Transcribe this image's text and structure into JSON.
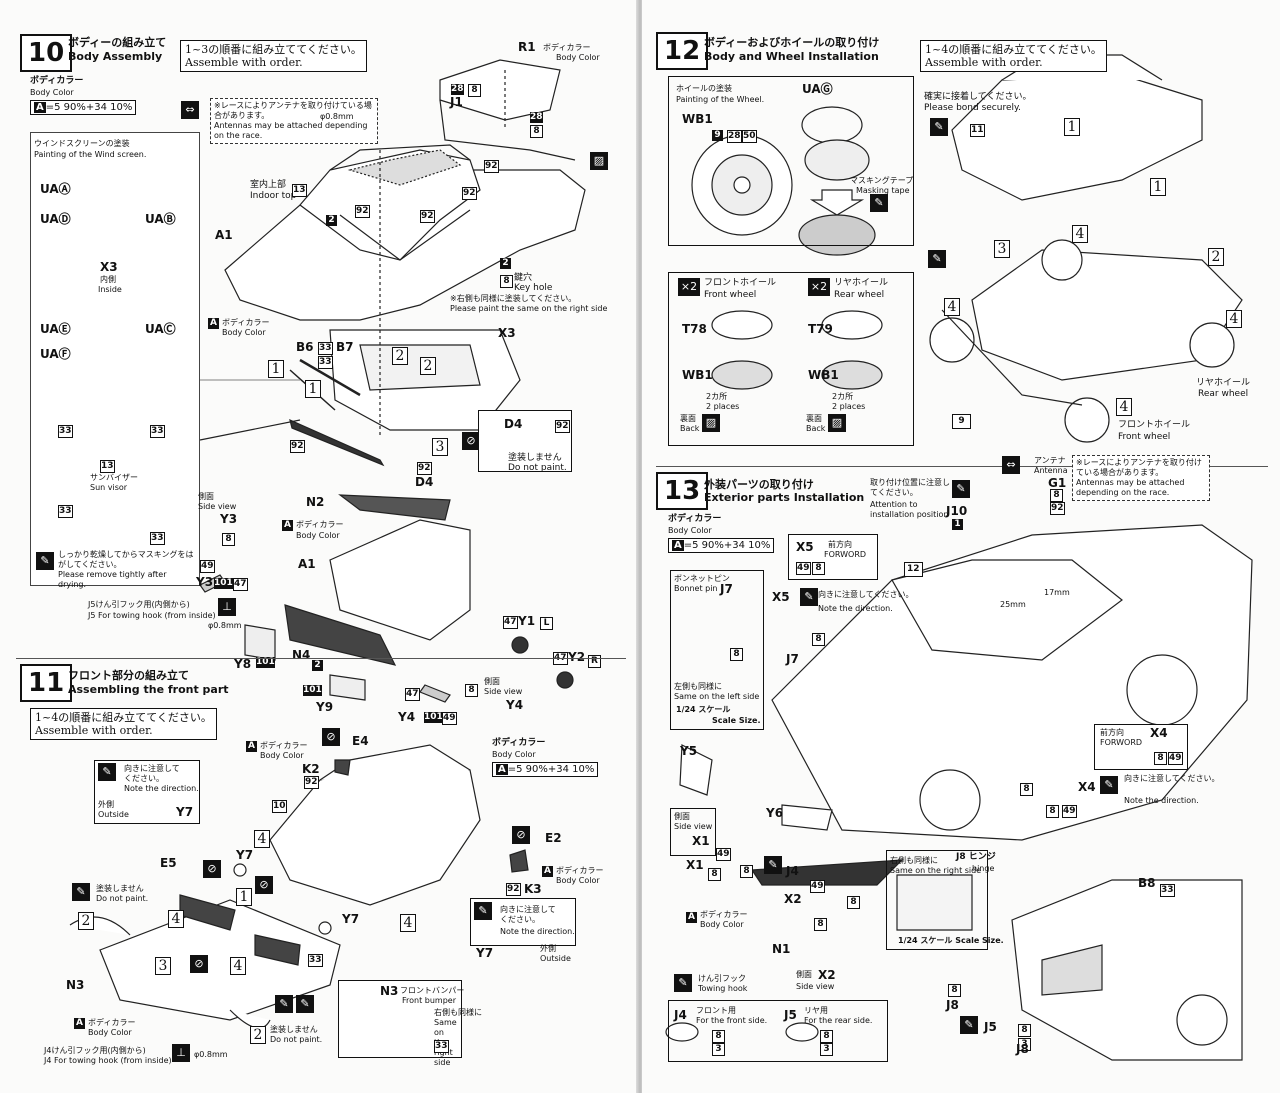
{
  "step10": {
    "num": "10",
    "title_jp": "ボディーの組み立て",
    "title_en": "Body Assembly",
    "order_jp": "1~3の順番に組み立ててください。",
    "order_en": "Assemble with order.",
    "body_color_jp": "ボディカラー",
    "body_color_en": "Body Color",
    "formula_key": "A",
    "formula_rest": "=5 90%+34 10%",
    "antenna_note_jp": "※レースによりアンテナを取り付けている場合があります。",
    "antenna_note_en": "Antennas may be attached depending on the race.",
    "antenna_size": "φ0.8mm",
    "windscreen_jp": "ウインドスクリーンの塗装",
    "windscreen_en": "Painting of the Wind screen.",
    "ua_labels": [
      "UAⒶ",
      "UAⒹ",
      "UAⒷ",
      "UAⒺ",
      "UAⒸ",
      "UAⒻ"
    ],
    "x3_label": "X3",
    "x3_inside_jp": "内側",
    "x3_inside_en": "Inside",
    "n13": "13",
    "sun_visor_jp": "サンバイザー",
    "sun_visor_en": "Sun visor",
    "n33": "33",
    "mask_note_jp": "しっかり乾燥してからマスキングをはがしてください。",
    "mask_note_en": "Please remove tightly after drying.",
    "r1": "R1",
    "j1": "J1",
    "n28": "28",
    "n8": "8",
    "n92": "92",
    "n2": "2",
    "indoor_top_jp": "室内上部",
    "indoor_top_en": "Indoor top",
    "a1": "A1",
    "keyhole_jp": "鍵穴",
    "keyhole_en": "Key hole",
    "right_side_jp": "※右側も同様に塗装してください。",
    "right_side_en": "Please paint the same on the right side",
    "x3": "X3",
    "b6": "B6",
    "b7": "B7",
    "d4": "D4",
    "no_paint_jp": "塗装しません",
    "no_paint_en": "Do not paint.",
    "n2_part": "N2",
    "side_view_jp": "側面",
    "side_view_en": "Side view",
    "y3": "Y3",
    "n49": "49",
    "n101": "101",
    "n47": "47",
    "hook_jp": "J5けん引フック用(内側から)",
    "hook_en": "J5 For towing hook (from inside)",
    "y8": "Y8",
    "n4": "N4",
    "y1": "Y1",
    "y2": "Y2",
    "l": "L",
    "r": "R",
    "y9": "Y9",
    "y4": "Y4",
    "y4_side": "Y4",
    "seq1": "1",
    "seq2": "2",
    "seq3": "3"
  },
  "step11": {
    "num": "11",
    "title_jp": "フロント部分の組み立て",
    "title_en": "Assembling the front part",
    "order_jp": "1~4の順番に組み立ててください。",
    "order_en": "Assemble with order.",
    "body_color_jp": "ボディカラー",
    "body_color_en": "Body Color",
    "formula_key": "A",
    "formula_rest": "=5 90%+34 10%",
    "e4": "E4",
    "k2": "K2",
    "n92": "92",
    "n10": "10",
    "direction_jp": "向きに注意して",
    "direction_jp2": "ください。",
    "direction_en": "Note the direction.",
    "outside_jp": "外側",
    "outside_en": "Outside",
    "y7": "Y7",
    "e5": "E5",
    "e2": "E2",
    "k3": "K3",
    "no_paint_jp": "塗装しません",
    "no_paint_en": "Do not paint.",
    "n3": "N3",
    "n33": "33",
    "bumper_jp": "フロントバンパー",
    "bumper_en": "Front bumper",
    "same_right_jp": "右側も同様に",
    "same_right_en": "Same on the right side",
    "hook_jp": "J4けん引フック用(内側から)",
    "hook_en": "J4 For towing hook (from inside)",
    "size": "φ0.8mm",
    "seq": [
      "1",
      "2",
      "3",
      "4"
    ]
  },
  "step12": {
    "num": "12",
    "title_jp": "ボディーおよびホイールの取り付け",
    "title_en": "Body and Wheel Installation",
    "order_jp": "1~4の順番に組み立ててください。",
    "order_en": "Assemble with order.",
    "wheel_paint_jp": "ホイールの塗装",
    "wheel_paint_en": "Painting of the Wheel.",
    "wb1": "WB1",
    "n9": "9",
    "n28": "28",
    "n50": "50",
    "uag": "UAⒼ",
    "masking_jp": "マスキングテープ",
    "masking_en": "Masking tape",
    "x2": "×2",
    "front_wheel_jp": "フロントホイール",
    "front_wheel_en": "Front wheel",
    "rear_wheel_jp": "リヤホイール",
    "rear_wheel_en": "Rear wheel",
    "t78": "T78",
    "t79": "T79",
    "places_jp": "2カ所",
    "places_en": "2 places",
    "back_jp": "裏面",
    "back_en": "Back",
    "bond_jp": "確実に接着してください。",
    "bond_en": "Please bond securely.",
    "n11": "11",
    "n9b": "9",
    "rear_wheel_label_jp": "リヤホイール",
    "rear_wheel_label_en": "Rear wheel",
    "front_wheel_label_jp": "フロントホイール",
    "front_wheel_label_en": "Front wheel",
    "seq": [
      "1",
      "2",
      "3",
      "4"
    ]
  },
  "step13": {
    "num": "13",
    "title_jp": "外装パーツの取り付け",
    "title_en": "Exterior parts Installation",
    "body_color_jp": "ボディカラー",
    "body_color_en": "Body Color",
    "formula_key": "A",
    "formula_rest": "=5 90%+34 10%",
    "attention_jp": "取り付け位置に注意してください。",
    "attention_en": "Attention to installation position",
    "j10": "J10",
    "n1": "1",
    "antenna_jp": "アンテナ",
    "antenna_en": "Antenna",
    "g1": "G1",
    "n8": "8",
    "n92": "92",
    "antenna_note_jp": "※レースによりアンテナを取り付けている場合があります。",
    "antenna_note_en": "Antennas may be attached depending on the race.",
    "x5": "X5",
    "forward_jp": "前方向",
    "forward_en": "FORWORD",
    "n49": "49",
    "bonnet_pin_jp": "ボンネットピン",
    "bonnet_pin_en": "Bonnet pin",
    "j7": "J7",
    "left_same_jp": "左側も同様に",
    "left_same_en": "Same on the left side",
    "scale_jp": "1/24 スケール",
    "scale_en": "Scale Size.",
    "n12": "12",
    "dim1": "25mm",
    "dim2": "17mm",
    "direction_jp": "向きに注意してください。",
    "direction_en": "Note the direction.",
    "x4": "X4",
    "y5": "Y5",
    "y6": "Y6",
    "side_view_jp": "側面",
    "side_view_en": "Side view",
    "x1": "X1",
    "j4": "J4",
    "x2": "X2",
    "n1part": "N1",
    "hinge_jp": "J8 ヒンジ",
    "hinge_en": "hinge",
    "right_same_jp": "右側も同様に",
    "right_same_en": "Same on the right side",
    "scale_full": "1/24 スケール Scale Size.",
    "b8": "B8",
    "n33": "33",
    "towing_jp": "けん引フック",
    "towing_en": "Towing hook",
    "front_for_jp": "フロント用",
    "front_for_en": "For the front side.",
    "rear_for_jp": "リヤ用",
    "rear_for_en": "For the rear side.",
    "j5": "J5",
    "j8": "J8",
    "n3": "3"
  }
}
